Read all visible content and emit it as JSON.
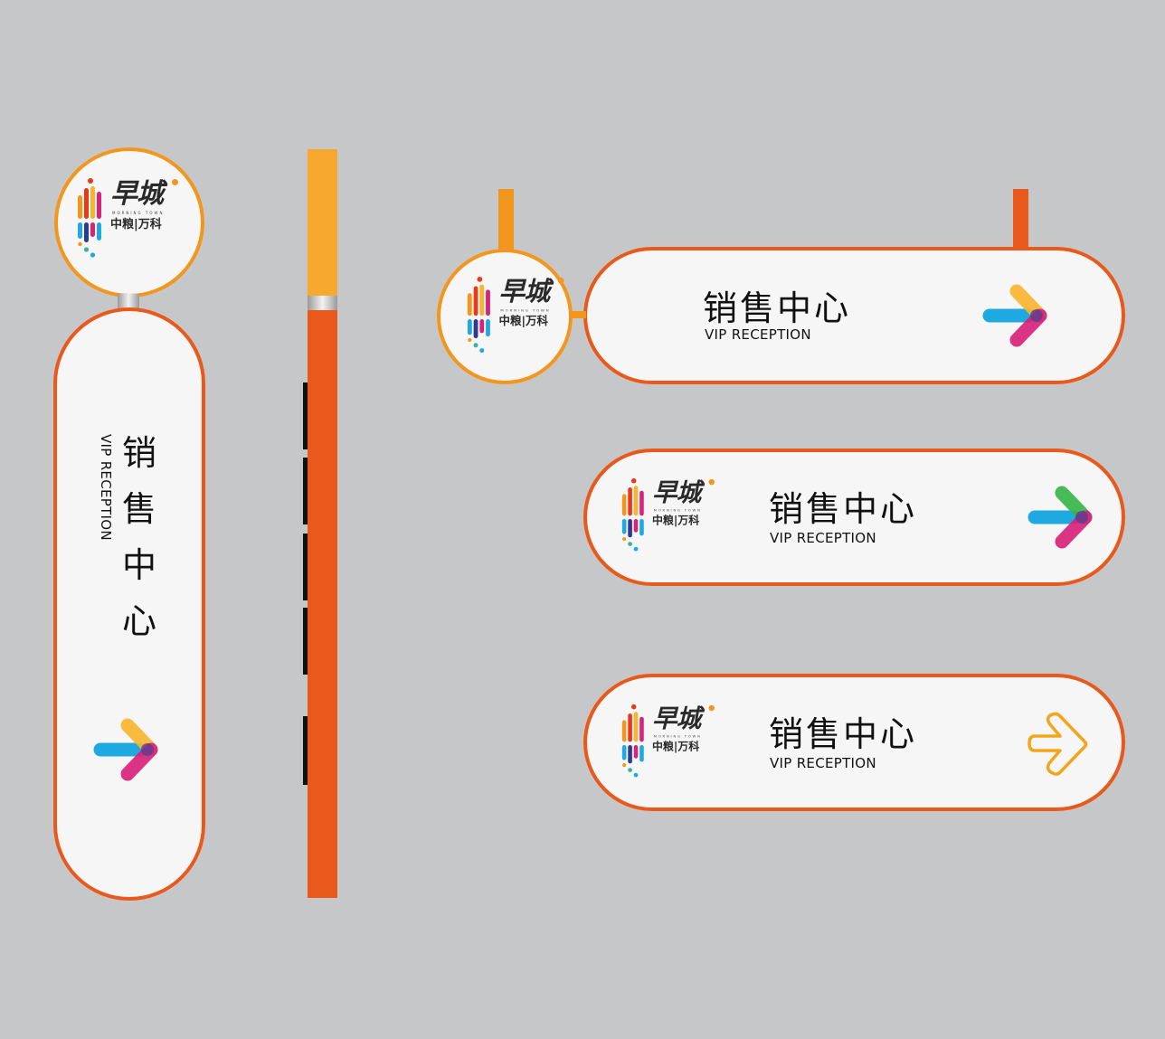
{
  "brand": {
    "name_zh": "早城",
    "name_en": "MORNING TOWN",
    "sub_zh": "中粮|万科"
  },
  "signs": {
    "vertical": {
      "title": "销售中心",
      "subtitle": "VIP RECEPTION"
    },
    "hanging": {
      "title": "销售中心",
      "subtitle": "VIP RECEPTION"
    },
    "wall_color": {
      "title": "销售中心",
      "subtitle": "VIP RECEPTION"
    },
    "wall_outline": {
      "title": "销售中心",
      "subtitle": "VIP RECEPTION"
    }
  },
  "icons": {
    "logo": "brand-logo-icon",
    "arrow_color": "multicolor-arrow-right-icon",
    "arrow_outline": "outline-arrow-right-icon"
  },
  "colors": {
    "background": "#c6c7c9",
    "orange": "#e9591b",
    "amber": "#f3961d",
    "yellow": "#f7a82f",
    "panel": "#f6f6f6",
    "blue": "#1fa9e1",
    "magenta": "#d8237a",
    "green": "#38b549",
    "purple": "#5a3d8f"
  }
}
